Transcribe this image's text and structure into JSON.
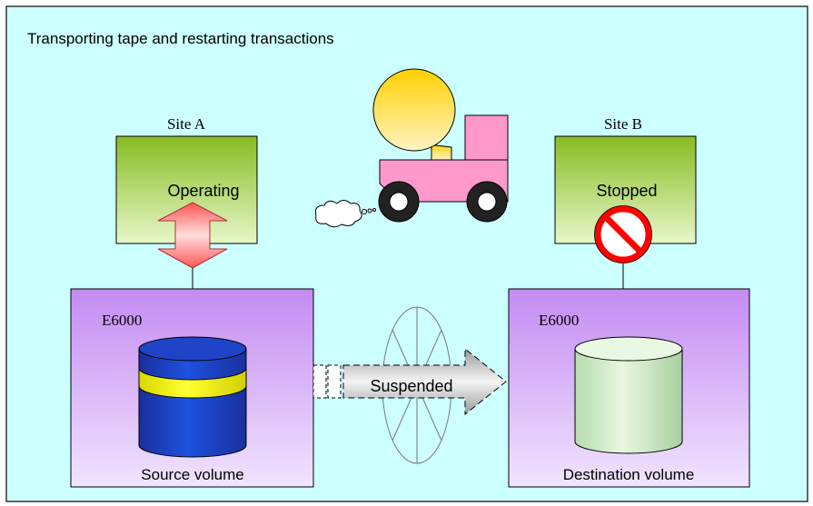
{
  "diagram": {
    "title": "Transporting tape and restarting transactions",
    "site_a": {
      "label": "Site A",
      "server_status": "Operating",
      "storage_name": "E6000",
      "volume_label": "Source volume"
    },
    "site_b": {
      "label": "Site B",
      "server_status": "Stopped",
      "storage_name": "E6000",
      "volume_label": "Destination volume"
    },
    "copy_status": "Suspended"
  },
  "colors": {
    "background": "#ccffff",
    "server_box": "#99cc33",
    "storage_box": "#cc99ff",
    "truck_body": "#ff99cc",
    "tape_reel": "#ffcc00",
    "source_cylinder": "#0033cc",
    "source_band": "#ffff00",
    "destination_cylinder": "#ccffcc",
    "access_arrow": "#ff6666",
    "prohibited_sign": "#ff0000"
  },
  "icons": {
    "truck": "tape-transport-truck-icon",
    "access": "bidirectional-access-arrow-icon",
    "prohibited": "prohibited-sign-icon",
    "source_disk": "source-disk-cylinder-icon",
    "destination_disk": "destination-disk-cylinder-icon",
    "copy_link": "suspended-copy-arrow-icon",
    "smoke": "exhaust-smoke-icon"
  }
}
